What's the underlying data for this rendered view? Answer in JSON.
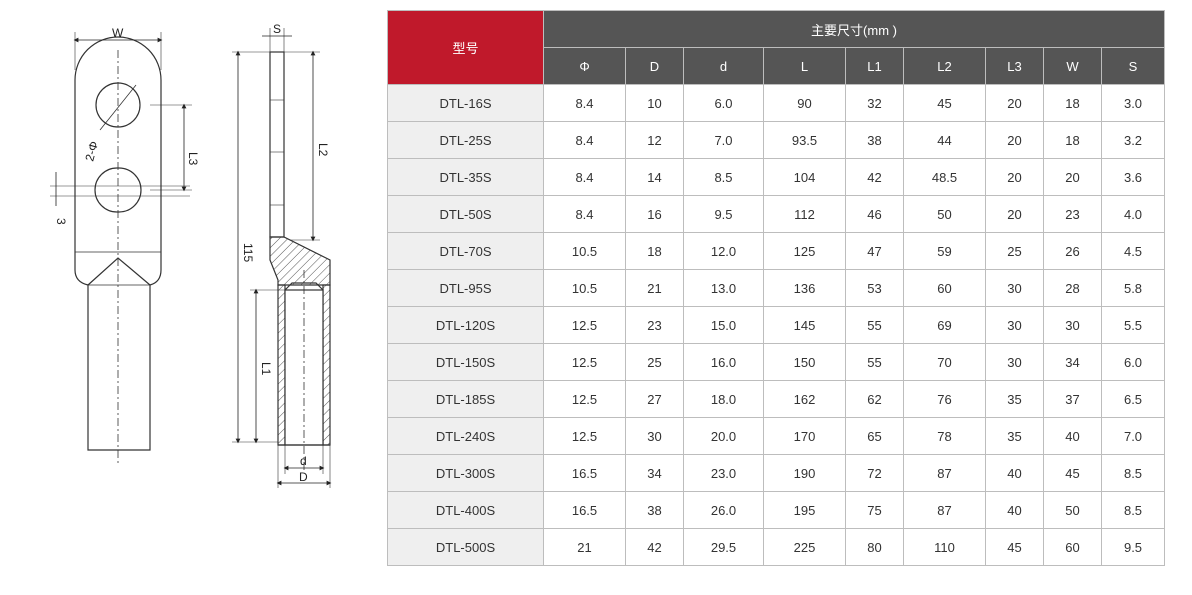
{
  "drawing": {
    "labels": {
      "w": "W",
      "s": "S",
      "holes": "2-Φ",
      "l3": "L3",
      "l2": "L2",
      "three": "3",
      "total": "115",
      "l1": "L1",
      "d_small": "d",
      "d_big": "D"
    }
  },
  "table": {
    "model_header": "型号",
    "group_header": "主要尺寸(mm )",
    "columns": [
      "Φ",
      "D",
      "d",
      "L",
      "L1",
      "L2",
      "L3",
      "W",
      "S"
    ],
    "rows": [
      [
        "DTL-16S",
        "8.4",
        "10",
        "6.0",
        "90",
        "32",
        "45",
        "20",
        "18",
        "3.0"
      ],
      [
        "DTL-25S",
        "8.4",
        "12",
        "7.0",
        "93.5",
        "38",
        "44",
        "20",
        "18",
        "3.2"
      ],
      [
        "DTL-35S",
        "8.4",
        "14",
        "8.5",
        "104",
        "42",
        "48.5",
        "20",
        "20",
        "3.6"
      ],
      [
        "DTL-50S",
        "8.4",
        "16",
        "9.5",
        "112",
        "46",
        "50",
        "20",
        "23",
        "4.0"
      ],
      [
        "DTL-70S",
        "10.5",
        "18",
        "12.0",
        "125",
        "47",
        "59",
        "25",
        "26",
        "4.5"
      ],
      [
        "DTL-95S",
        "10.5",
        "21",
        "13.0",
        "136",
        "53",
        "60",
        "30",
        "28",
        "5.8"
      ],
      [
        "DTL-120S",
        "12.5",
        "23",
        "15.0",
        "145",
        "55",
        "69",
        "30",
        "30",
        "5.5"
      ],
      [
        "DTL-150S",
        "12.5",
        "25",
        "16.0",
        "150",
        "55",
        "70",
        "30",
        "34",
        "6.0"
      ],
      [
        "DTL-185S",
        "12.5",
        "27",
        "18.0",
        "162",
        "62",
        "76",
        "35",
        "37",
        "6.5"
      ],
      [
        "DTL-240S",
        "12.5",
        "30",
        "20.0",
        "170",
        "65",
        "78",
        "35",
        "40",
        "7.0"
      ],
      [
        "DTL-300S",
        "16.5",
        "34",
        "23.0",
        "190",
        "72",
        "87",
        "40",
        "45",
        "8.5"
      ],
      [
        "DTL-400S",
        "16.5",
        "38",
        "26.0",
        "195",
        "75",
        "87",
        "40",
        "50",
        "8.5"
      ],
      [
        "DTL-500S",
        "21",
        "42",
        "29.5",
        "225",
        "80",
        "110",
        "45",
        "60",
        "9.5"
      ]
    ]
  }
}
